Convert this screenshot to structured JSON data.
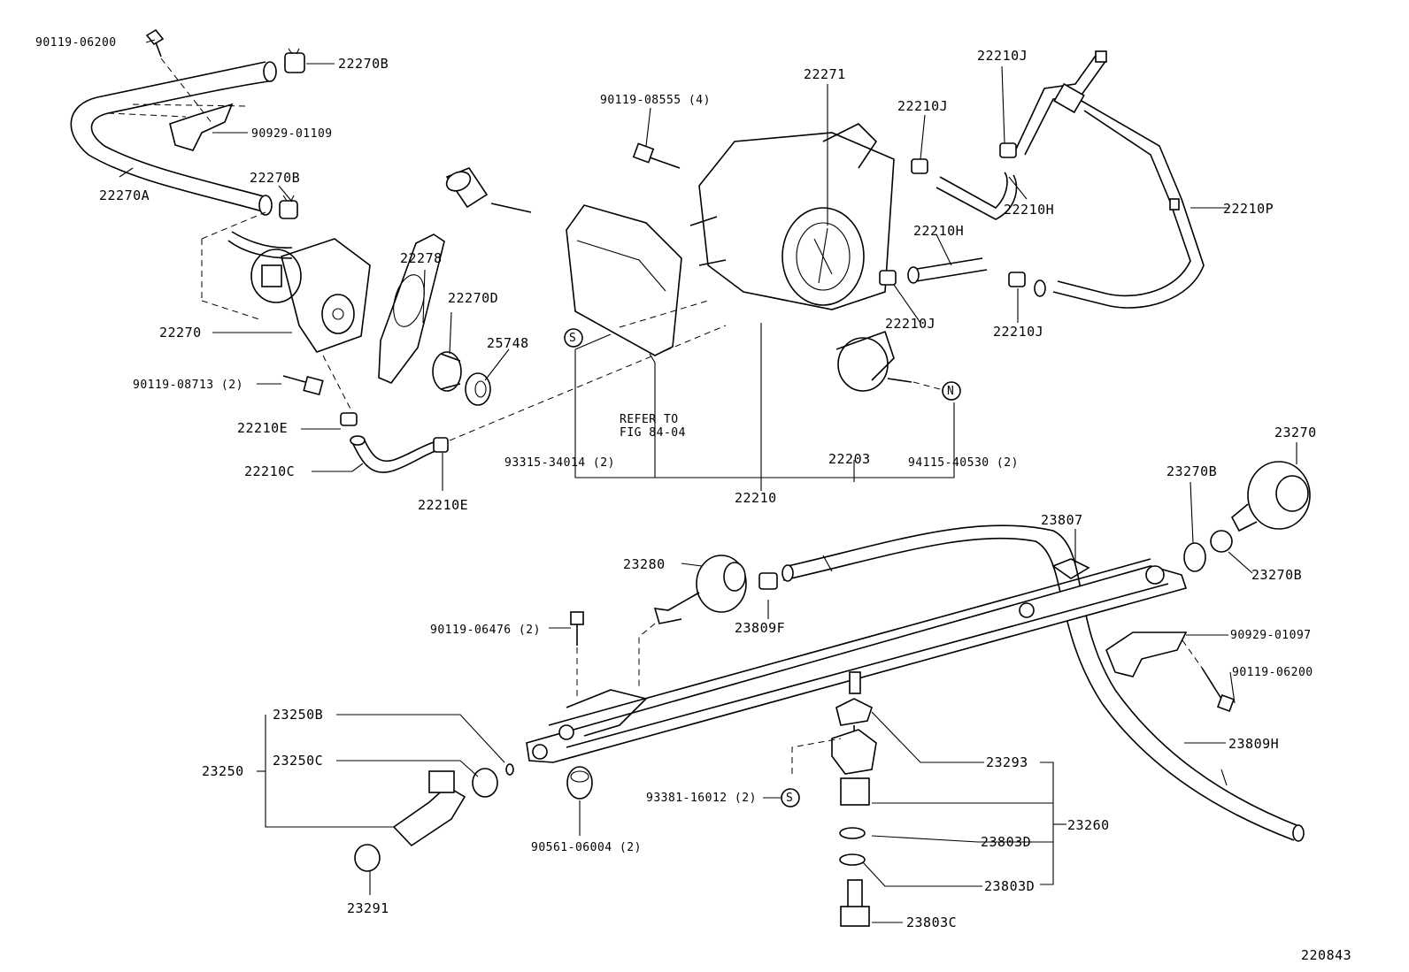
{
  "diagram": {
    "code": "220843",
    "refer_note": [
      "REFER TO",
      "FIG 84-04"
    ],
    "markers": {
      "s": "S",
      "n": "N"
    },
    "labels": [
      "90119-06200",
      "22270B",
      "90929-01109",
      "22270B",
      "22270A",
      "22270",
      "90119-08713 (2)",
      "22210E",
      "22210C",
      "22210E",
      "22278",
      "22270D",
      "25748",
      "90119-08555 (4)",
      "22271",
      "93315-34014 (2)",
      "22210",
      "22203",
      "94115-40530 (2)",
      "22210J",
      "22210J",
      "22210H",
      "22210J",
      "22210J",
      "22210H",
      "22210P",
      "23270",
      "23270B",
      "23270B",
      "23807",
      "23280",
      "23809F",
      "90119-06476 (2)",
      "90929-01097",
      "90119-06200",
      "23809H",
      "23250B",
      "23250",
      "23250C",
      "23291",
      "90561-06004 (2)",
      "93381-16012 (2)",
      "23293",
      "23260",
      "23803D",
      "23803D",
      "23803C"
    ]
  }
}
